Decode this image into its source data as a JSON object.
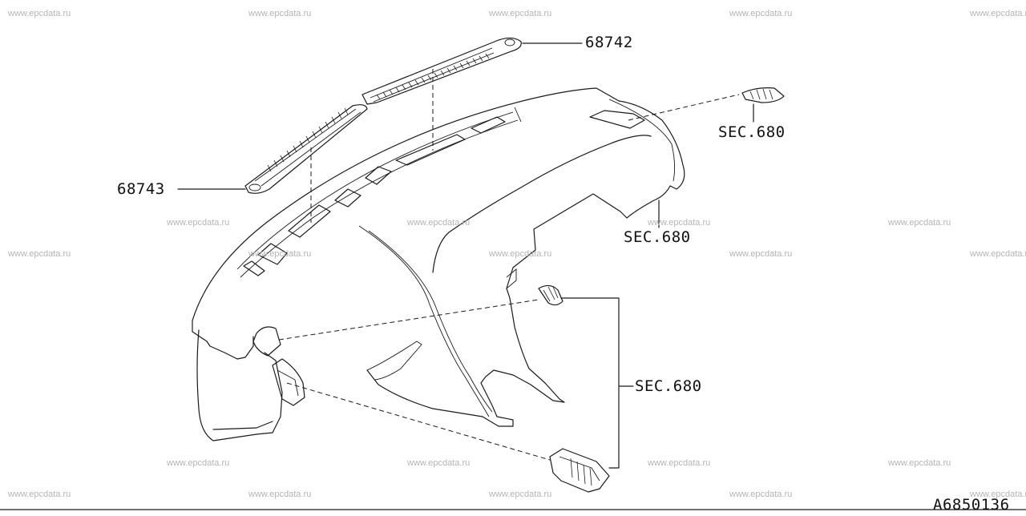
{
  "watermark_text": "www.epcdata.ru",
  "callouts": {
    "defroster_right": "68742",
    "defroster_left": "68743",
    "sec_side_vent": "SEC.680",
    "sec_panel": "SEC.680",
    "sec_center_vents": "SEC.680"
  },
  "diagram_code": "A6850136"
}
